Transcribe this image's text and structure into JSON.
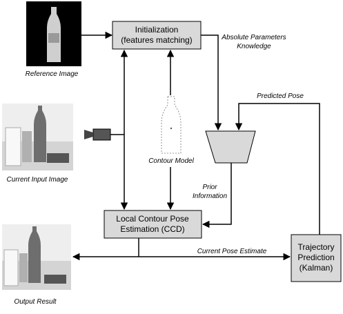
{
  "diagram": {
    "boxes": {
      "initialization": [
        "Initialization",
        "(features matching)"
      ],
      "local_contour": [
        "Local Contour Pose",
        "Estimation (CCD)"
      ],
      "trajectory": [
        "Trajectory",
        "Prediction",
        "(Kalman)"
      ]
    },
    "captions": {
      "reference_image": "Reference Image",
      "current_input_image": "Current Input Image",
      "output_result": "Output Result",
      "contour_model": "Contour Model"
    },
    "edge_labels": {
      "absolute_parameters": [
        "Absolute Parameters",
        "Knowledge"
      ],
      "predicted_pose": "Predicted Pose",
      "prior_information": [
        "Prior",
        "Information"
      ],
      "current_pose_estimate": "Current Pose Estimate"
    }
  },
  "colors": {
    "box_fill": "#d9d9d9",
    "line": "#000000",
    "image_dark": "#000000",
    "image_light": "#eeeeee"
  }
}
